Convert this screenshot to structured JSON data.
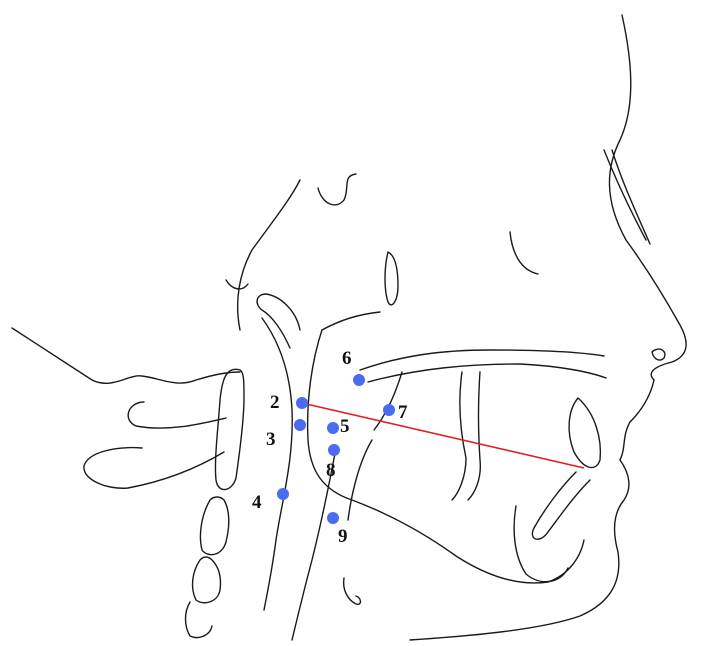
{
  "colors": {
    "landmark": "#4a6cf0",
    "reference_line": "#e01e1e",
    "outline": "#1a1a1a"
  },
  "landmarks": [
    {
      "label": "2"
    },
    {
      "label": "3"
    },
    {
      "label": "4"
    },
    {
      "label": "5"
    },
    {
      "label": "6"
    },
    {
      "label": "7"
    },
    {
      "label": "8"
    },
    {
      "label": "9"
    }
  ]
}
